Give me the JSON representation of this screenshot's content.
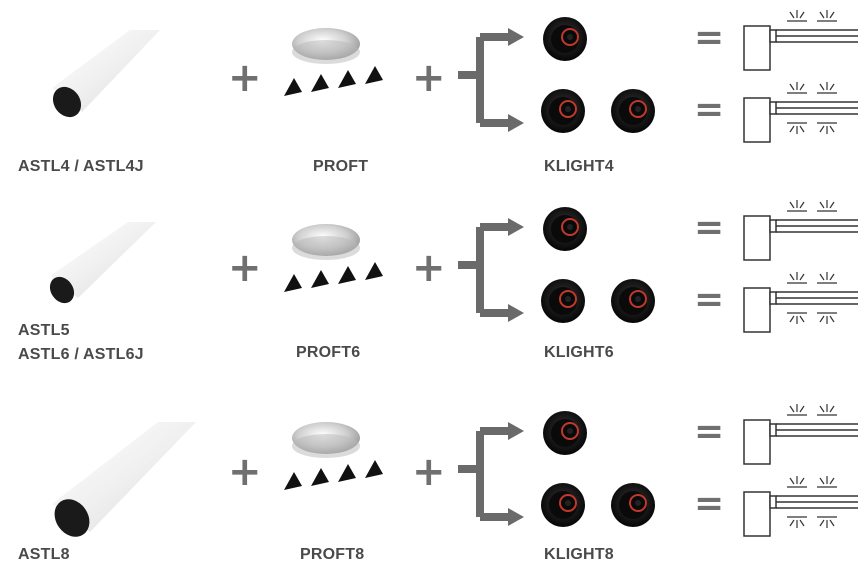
{
  "plus_symbol": "+",
  "equals_symbol": "=",
  "rows": [
    {
      "arm_label": [
        "ASTL4 / ASTL4J"
      ],
      "kit_label": "PROFT",
      "light_label": "KLIGHT4",
      "options": [
        {
          "lights": 1,
          "sides": "one-side"
        },
        {
          "lights": 2,
          "sides": "both-sides"
        }
      ]
    },
    {
      "arm_label": [
        "ASTL5",
        "ASTL6 / ASTL6J"
      ],
      "kit_label": "PROFT6",
      "light_label": "KLIGHT6",
      "options": [
        {
          "lights": 1,
          "sides": "one-side"
        },
        {
          "lights": 2,
          "sides": "both-sides"
        }
      ]
    },
    {
      "arm_label": [
        "ASTL8"
      ],
      "kit_label": "PROFT8",
      "light_label": "KLIGHT8",
      "options": [
        {
          "lights": 1,
          "sides": "one-side"
        },
        {
          "lights": 2,
          "sides": "both-sides"
        }
      ]
    }
  ],
  "colors": {
    "label": "#4a4a4a",
    "symbol": "#707070",
    "connector": "#6a6a6a",
    "lens_red": "#c0392b"
  }
}
